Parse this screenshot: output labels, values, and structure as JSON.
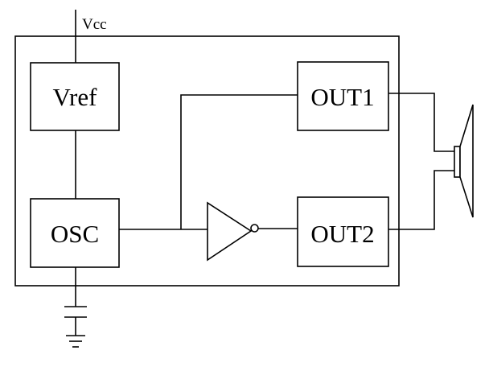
{
  "labels": {
    "vcc": "Vcc",
    "vref": "Vref",
    "osc": "OSC",
    "out1": "OUT1",
    "out2": "OUT2"
  },
  "colors": {
    "stroke": "#000000",
    "background": "#ffffff"
  }
}
